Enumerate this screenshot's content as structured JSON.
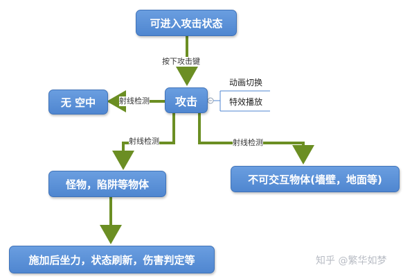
{
  "nodes": {
    "start": "可进入攻击状态",
    "attack": "攻击",
    "empty": "无 空中",
    "monster": "怪物，陷阱等物体",
    "wall": "不可交互物体(墙壁，地面等)",
    "effects": "施加后坐力，状态刷新，伤害判定等"
  },
  "edges": {
    "press_key": "按下攻击键",
    "raycast_left": "射线检测",
    "raycast_down": "射线检测",
    "raycast_right": "射线检测"
  },
  "attack_sub_items": [
    "动画切换",
    "特效播放"
  ],
  "colors": {
    "node_fill": "#5b91d8",
    "arrow": "#6b8e23"
  },
  "watermark": "知乎 @繁华如梦"
}
